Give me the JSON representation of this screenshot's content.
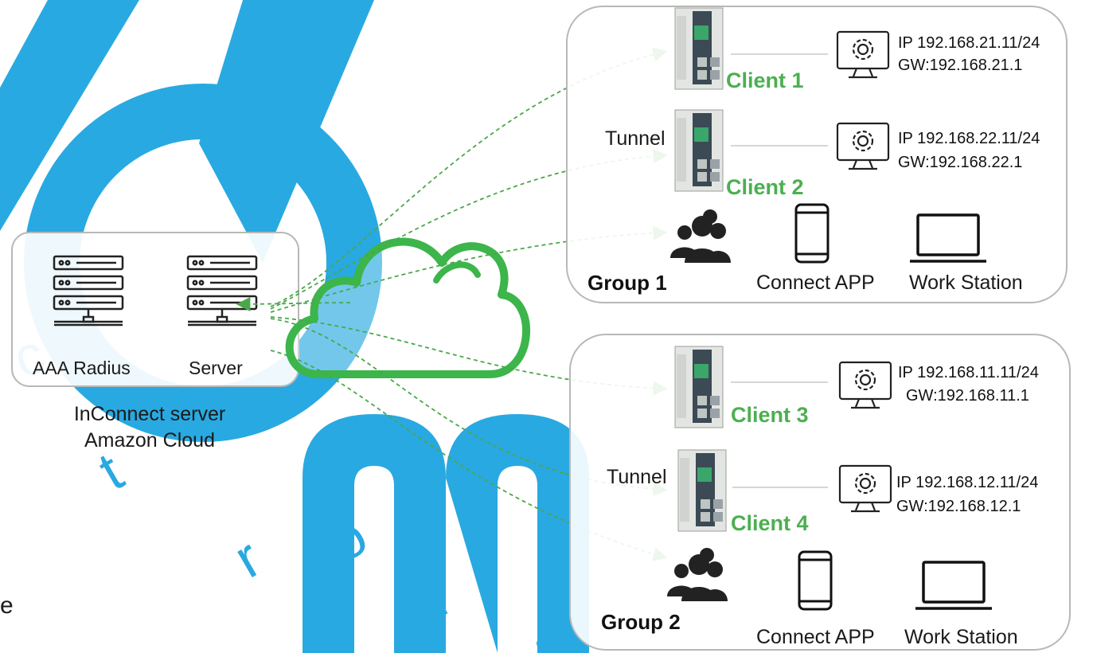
{
  "server_box": {
    "labels": [
      "AAA Radius",
      "Server"
    ],
    "caption_line1": "InConnect server",
    "caption_line2": "Amazon Cloud"
  },
  "groups": [
    {
      "name": "Group 1",
      "clients": [
        {
          "label": "Client 1",
          "ip": "IP 192.168.21.11/24",
          "gw": "GW:192.168.21.1",
          "tunnel": ""
        },
        {
          "label": "Client 2",
          "ip": "IP 192.168.22.11/24",
          "gw": "GW:192.168.22.1",
          "tunnel": "Tunnel"
        }
      ],
      "app_label": "Connect APP",
      "workstation_label": "Work Station"
    },
    {
      "name": "Group 2",
      "clients": [
        {
          "label": "Client 3",
          "ip": "IP 192.168.11.11/24",
          "gw": "GW:192.168.11.1",
          "tunnel": ""
        },
        {
          "label": "Client 4",
          "ip": "IP 192.168.12.11/24",
          "gw": "GW:192.168.12.1",
          "tunnel": "Tunnel"
        }
      ],
      "app_label": "Connect APP",
      "workstation_label": "Work Station"
    }
  ],
  "stray_text": "e",
  "colors": {
    "accent_green": "#4caf50",
    "cloud_green": "#3cb54a",
    "arrow_green": "#4aa84a",
    "watermark_blue": "#29a9e1",
    "box_border": "#b8b8b8"
  }
}
